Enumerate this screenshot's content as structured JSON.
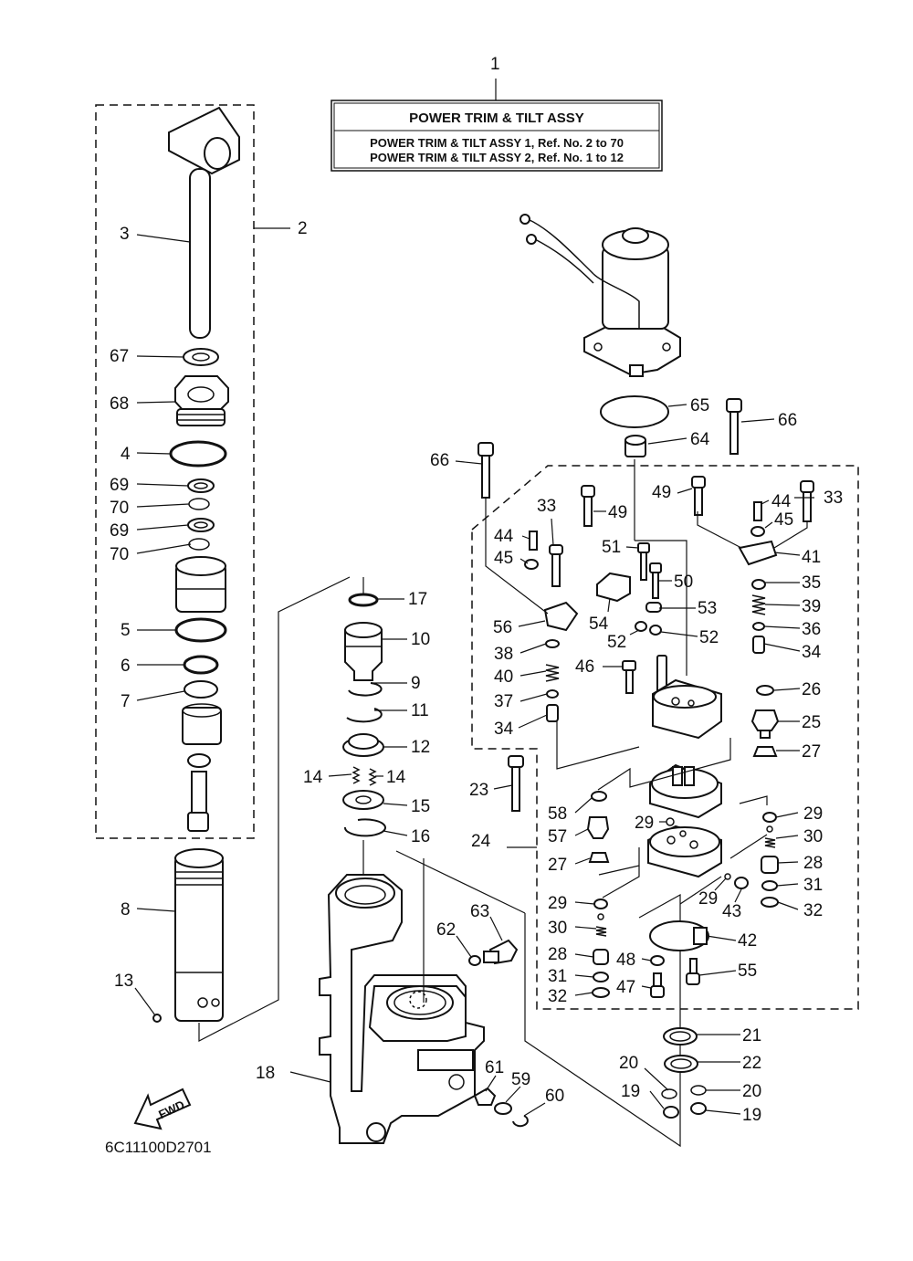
{
  "title_box": {
    "ref_number": "1",
    "title": "POWER TRIM & TILT ASSY",
    "line1": "POWER TRIM & TILT ASSY 1, Ref. No. 2 to 70",
    "line2": "POWER TRIM & TILT ASSY 2, Ref. No. 1 to 12"
  },
  "diagram_code": "6C11100D2701",
  "fwd_label": "FWD",
  "callouts": [
    {
      "id": "c2",
      "text": "2"
    },
    {
      "id": "c3",
      "text": "3"
    },
    {
      "id": "c67",
      "text": "67"
    },
    {
      "id": "c68",
      "text": "68"
    },
    {
      "id": "c4",
      "text": "4"
    },
    {
      "id": "c69a",
      "text": "69"
    },
    {
      "id": "c70a",
      "text": "70"
    },
    {
      "id": "c69b",
      "text": "69"
    },
    {
      "id": "c70b",
      "text": "70"
    },
    {
      "id": "c5",
      "text": "5"
    },
    {
      "id": "c6",
      "text": "6"
    },
    {
      "id": "c7",
      "text": "7"
    },
    {
      "id": "c8",
      "text": "8"
    },
    {
      "id": "c13",
      "text": "13"
    },
    {
      "id": "c17",
      "text": "17"
    },
    {
      "id": "c10",
      "text": "10"
    },
    {
      "id": "c9",
      "text": "9"
    },
    {
      "id": "c11",
      "text": "11"
    },
    {
      "id": "c12",
      "text": "12"
    },
    {
      "id": "c14a",
      "text": "14"
    },
    {
      "id": "c14b",
      "text": "14"
    },
    {
      "id": "c15",
      "text": "15"
    },
    {
      "id": "c16",
      "text": "16"
    },
    {
      "id": "c18",
      "text": "18"
    },
    {
      "id": "c62",
      "text": "62"
    },
    {
      "id": "c63",
      "text": "63"
    },
    {
      "id": "c61",
      "text": "61"
    },
    {
      "id": "c59",
      "text": "59"
    },
    {
      "id": "c60",
      "text": "60"
    },
    {
      "id": "c65",
      "text": "65"
    },
    {
      "id": "c66a",
      "text": "66"
    },
    {
      "id": "c64",
      "text": "64"
    },
    {
      "id": "c66b",
      "text": "66"
    },
    {
      "id": "c33a",
      "text": "33"
    },
    {
      "id": "c49a",
      "text": "49"
    },
    {
      "id": "c49b",
      "text": "49"
    },
    {
      "id": "c44a",
      "text": "44"
    },
    {
      "id": "c33b",
      "text": "33"
    },
    {
      "id": "c45a",
      "text": "45"
    },
    {
      "id": "c44b",
      "text": "44"
    },
    {
      "id": "c45b",
      "text": "45"
    },
    {
      "id": "c41",
      "text": "41"
    },
    {
      "id": "c51",
      "text": "51"
    },
    {
      "id": "c50",
      "text": "50"
    },
    {
      "id": "c35",
      "text": "35"
    },
    {
      "id": "c54",
      "text": "54"
    },
    {
      "id": "c53",
      "text": "53"
    },
    {
      "id": "c39",
      "text": "39"
    },
    {
      "id": "c56",
      "text": "56"
    },
    {
      "id": "c52a",
      "text": "52"
    },
    {
      "id": "c52b",
      "text": "52"
    },
    {
      "id": "c36",
      "text": "36"
    },
    {
      "id": "c34a",
      "text": "34"
    },
    {
      "id": "c38",
      "text": "38"
    },
    {
      "id": "c46",
      "text": "46"
    },
    {
      "id": "c40",
      "text": "40"
    },
    {
      "id": "c26",
      "text": "26"
    },
    {
      "id": "c37",
      "text": "37"
    },
    {
      "id": "c25",
      "text": "25"
    },
    {
      "id": "c34b",
      "text": "34"
    },
    {
      "id": "c27a",
      "text": "27"
    },
    {
      "id": "c23",
      "text": "23"
    },
    {
      "id": "c58",
      "text": "58"
    },
    {
      "id": "c29a",
      "text": "29"
    },
    {
      "id": "c29b",
      "text": "29"
    },
    {
      "id": "c57",
      "text": "57"
    },
    {
      "id": "c30a",
      "text": "30"
    },
    {
      "id": "c24",
      "text": "24"
    },
    {
      "id": "c27b",
      "text": "27"
    },
    {
      "id": "c28a",
      "text": "28"
    },
    {
      "id": "c29c",
      "text": "29"
    },
    {
      "id": "c31a",
      "text": "31"
    },
    {
      "id": "c29d",
      "text": "29"
    },
    {
      "id": "c43",
      "text": "43"
    },
    {
      "id": "c32a",
      "text": "32"
    },
    {
      "id": "c30b",
      "text": "30"
    },
    {
      "id": "c42",
      "text": "42"
    },
    {
      "id": "c28b",
      "text": "28"
    },
    {
      "id": "c48",
      "text": "48"
    },
    {
      "id": "c55",
      "text": "55"
    },
    {
      "id": "c31b",
      "text": "31"
    },
    {
      "id": "c47",
      "text": "47"
    },
    {
      "id": "c32b",
      "text": "32"
    },
    {
      "id": "c21",
      "text": "21"
    },
    {
      "id": "c20a",
      "text": "20"
    },
    {
      "id": "c22",
      "text": "22"
    },
    {
      "id": "c19a",
      "text": "19"
    },
    {
      "id": "c20b",
      "text": "20"
    },
    {
      "id": "c19b",
      "text": "19"
    }
  ]
}
